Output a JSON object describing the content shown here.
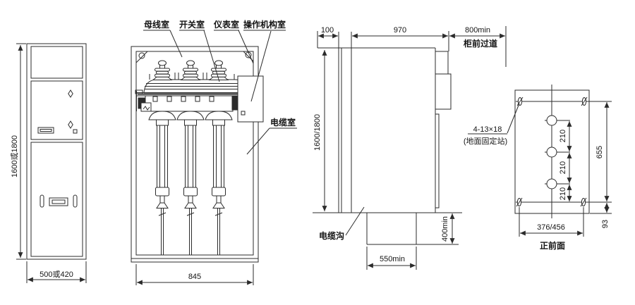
{
  "views": {
    "front": {
      "height_dim": "1600或1800",
      "width_dim": "500或420"
    },
    "internal": {
      "busbar_room": "母线室",
      "switch_room": "开关室",
      "instrument_room": "仪表室",
      "mechanism_room": "操作机构室",
      "cable_room": "电缆室",
      "width_dim": "845"
    },
    "side": {
      "rear_gap_dim": "100",
      "depth_dim": "970",
      "aisle_dim": "800min",
      "aisle_label": "柜前过道",
      "height_dim": "1600/1800",
      "trench_label": "电缆沟",
      "trench_width_dim": "550min",
      "trench_depth_dim": "400min"
    },
    "foundation": {
      "holes_note": "4-13×18",
      "holes_note_sub": "(地面固定站)",
      "hole_pitch_dim": "210",
      "hole_span_dim": "655",
      "bottom_offset_dim": "93",
      "width_dim": "376/456",
      "caption": "正前面"
    }
  },
  "colors": {
    "line": "#2b2b2b",
    "background": "#ffffff"
  }
}
